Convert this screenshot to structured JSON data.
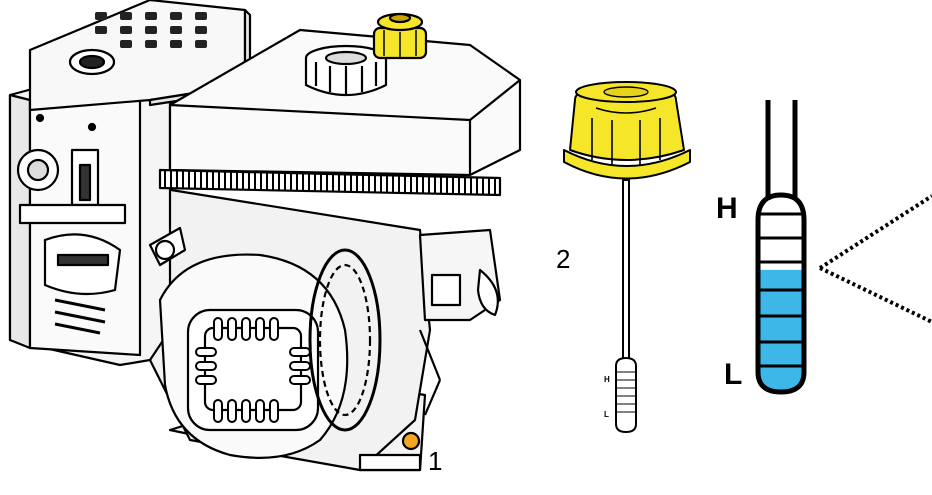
{
  "callouts": {
    "engine": "1",
    "dipstick": "2"
  },
  "dipstick": {
    "high_mark": "H",
    "low_mark": "L"
  },
  "colors": {
    "oil_cap": "#f5e62a",
    "oil_level": "#3db7e8",
    "line": "#000000"
  },
  "oil_level_fraction": 0.62
}
